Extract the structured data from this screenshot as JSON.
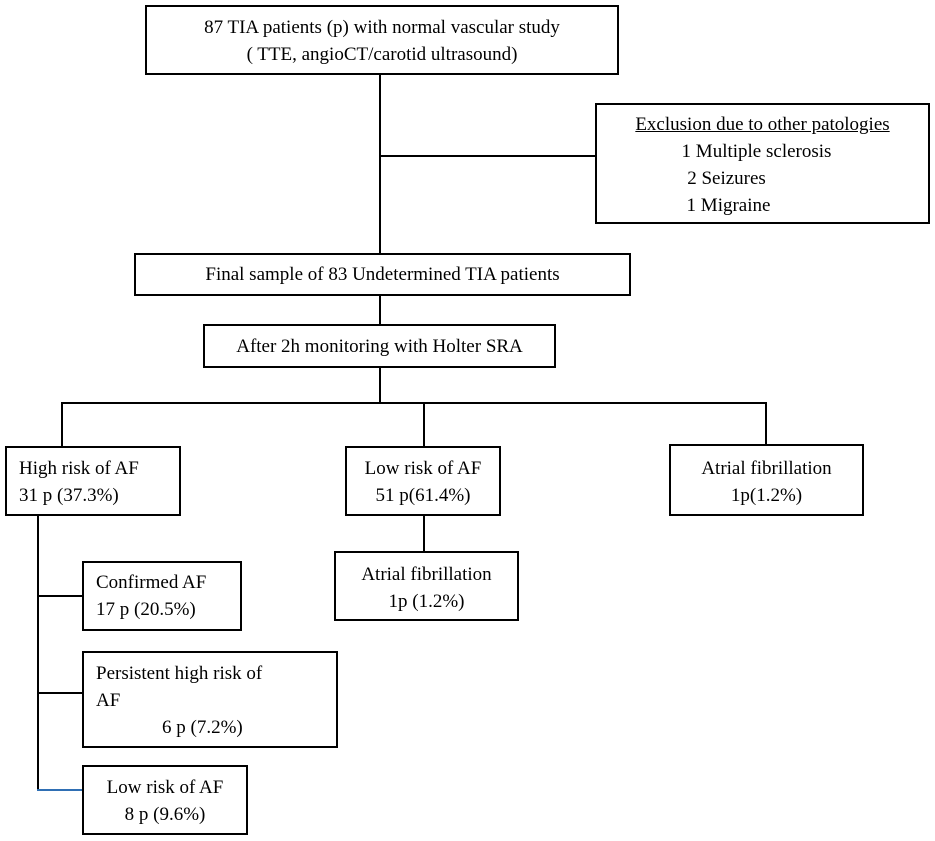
{
  "colors": {
    "line": "#000000",
    "accent_line": "#2f6fb4",
    "background": "#ffffff"
  },
  "boxes": {
    "start": {
      "line1": "87 TIA patients (p) with normal vascular study",
      "line2": "( TTE, angioCT/carotid ultrasound)"
    },
    "exclusion": {
      "title": "Exclusion due to other patologies",
      "items": [
        "1 Multiple sclerosis",
        "2 Seizures",
        "1 Migraine"
      ]
    },
    "final_sample": {
      "text": "Final sample of 83 Undetermined TIA patients"
    },
    "monitoring": {
      "text": "After 2h monitoring with Holter SRA"
    },
    "high_risk": {
      "line1": "High risk of AF",
      "line2": "31 p (37.3%)"
    },
    "low_risk": {
      "line1": "Low risk of AF",
      "line2": "51 p(61.4%)"
    },
    "af_right": {
      "line1": "Atrial fibrillation",
      "line2": "1p(1.2%)"
    },
    "af_mid": {
      "line1": "Atrial fibrillation",
      "line2": "1p (1.2%)"
    },
    "confirmed_af": {
      "line1": "Confirmed AF",
      "line2": "17 p (20.5%)"
    },
    "persistent": {
      "line1": "Persistent high risk of",
      "line2": "AF",
      "line3": "6 p (7.2%)"
    },
    "low_risk_sub": {
      "line1": "Low risk of AF",
      "line2": "8 p (9.6%)"
    }
  }
}
